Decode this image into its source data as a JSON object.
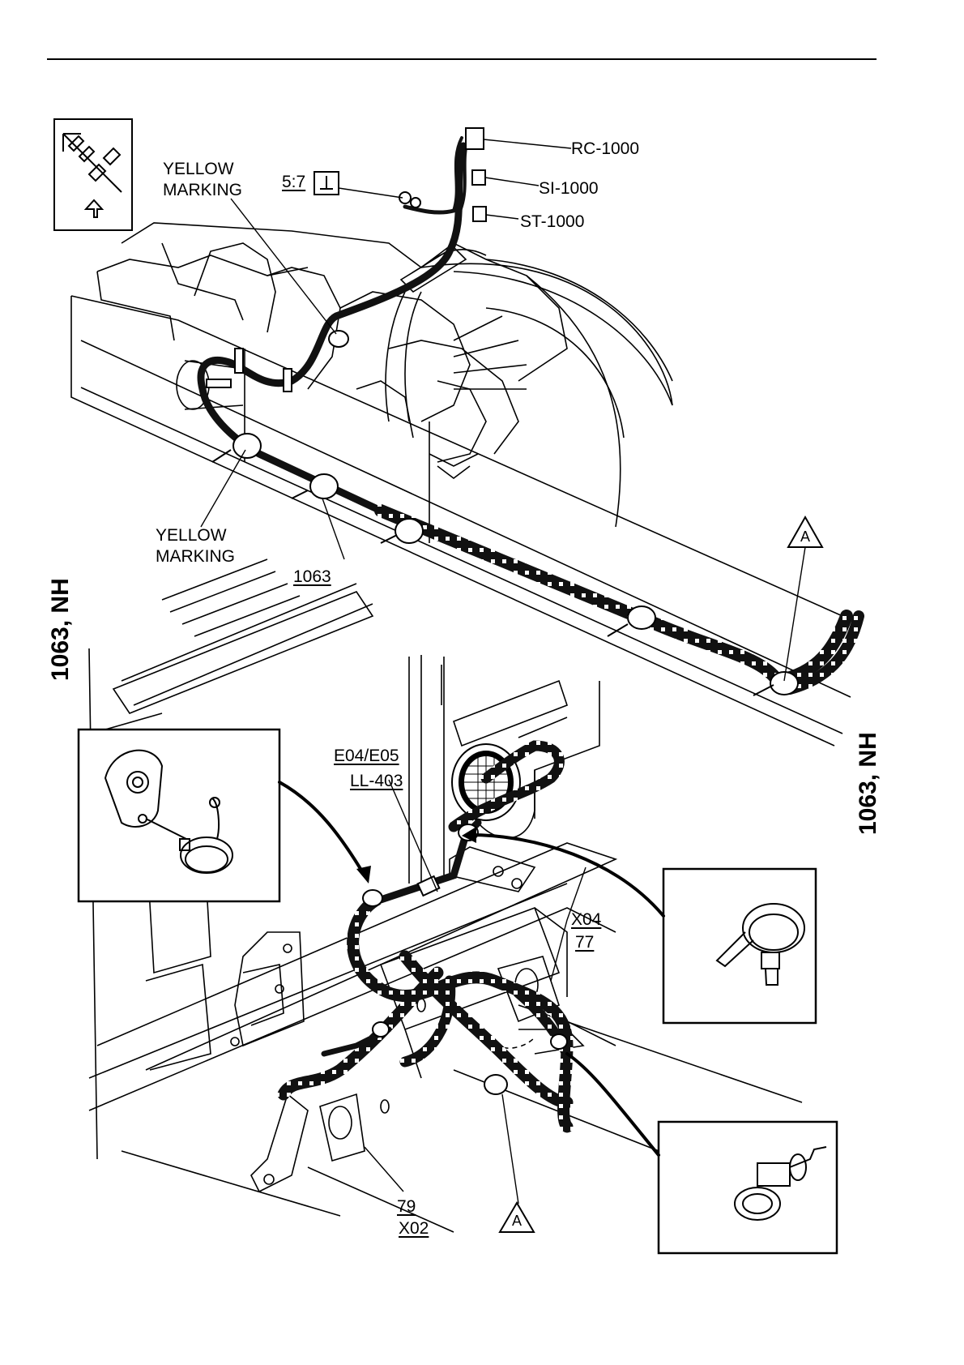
{
  "callouts": {
    "yellow_marking_top": [
      "YELLOW",
      "MARKING"
    ],
    "ground_ref": "5:7",
    "rc": "RC-1000",
    "si": "SI-1000",
    "st": "ST-1000",
    "yellow_marking_bottom": [
      "YELLOW",
      "MARKING"
    ],
    "harness_number": "1063",
    "ref_a_top": "A",
    "e04_e05": "E04/E05",
    "ll403": "LL-403",
    "x04": "X04",
    "n77": "77",
    "n79": "79",
    "x02": "X02",
    "ref_a_bottom": "A"
  },
  "side_labels": {
    "left": "1063, NH",
    "right": "1063, NH"
  }
}
